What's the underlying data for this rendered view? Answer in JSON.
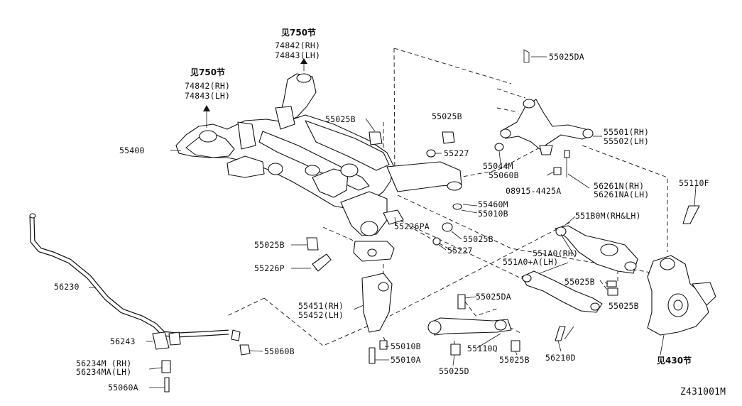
{
  "diagram_id": "Z431001M",
  "refs": {
    "ref_750_a": "见750节",
    "ref_750_b": "见750节",
    "ref_430": "见430节"
  },
  "labels": {
    "l_74842_a": "74842(RH)",
    "l_74843_a": "74843(LH)",
    "l_74842_b": "74842(RH)",
    "l_74843_b": "74843(LH)",
    "l_55400": "55400",
    "l_55025B_top": "55025B",
    "l_55025B_mid": "55025B",
    "l_55227_top": "55227",
    "l_55460M": "55460M",
    "l_55010B_top": "55010B",
    "l_55226PA": "55226PA",
    "l_55025B_r": "55025B",
    "l_55227_b": "55227",
    "l_55025B_left": "55025B",
    "l_55226P": "55226P",
    "l_56230": "56230",
    "l_55451": "55451(RH)",
    "l_55452": "55452(LH)",
    "l_55010B_b": "55010B",
    "l_55010A": "55010A",
    "l_56243": "56243",
    "l_55060B_b": "55060B",
    "l_56234M": "56234M (RH)",
    "l_56234MA": "56234MA(LH)",
    "l_55060A": "55060A",
    "l_55025DA_top": "55025DA",
    "l_55501": "55501(RH)",
    "l_55502": "55502(LH)",
    "l_55044M": "55044M",
    "l_55060B_t": "55060B",
    "l_08915": "08915-4425A",
    "l_56261N": "56261N(RH)",
    "l_56261NA": "56261NA(LH)",
    "l_55110F": "55110F",
    "l_551B0M": "551B0M(RH&LH)",
    "l_551A0": "551A0(RH)",
    "l_551A0A": "551A0+A(LH)",
    "l_55025B_rr": "55025B",
    "l_55025B_rr2": "55025B",
    "l_55025DA_b": "55025DA",
    "l_55110Q": "55110Q",
    "l_55025D": "55025D",
    "l_55025B_bot": "55025B",
    "l_56210D": "56210D"
  }
}
